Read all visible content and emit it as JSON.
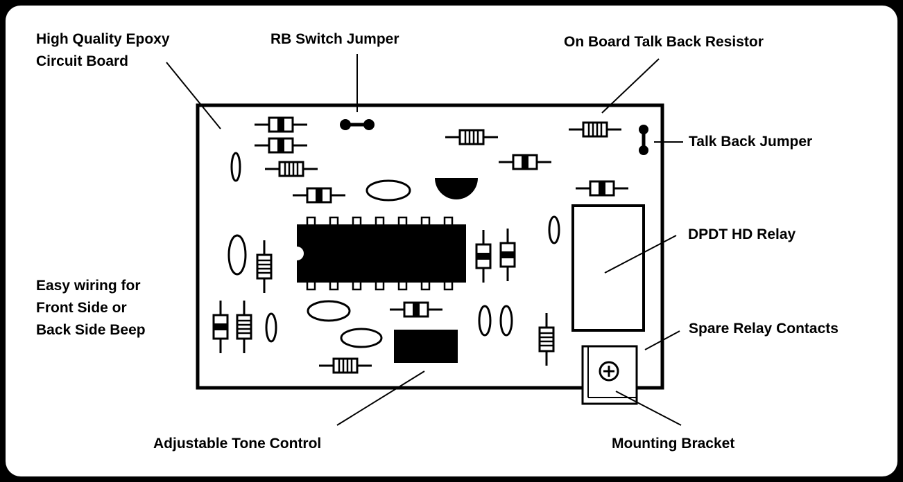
{
  "labels": {
    "board_line1": "High Quality Epoxy",
    "board_line2": "Circuit Board",
    "rb_switch": "RB Switch Jumper",
    "talk_back_resistor": "On Board Talk Back  Resistor",
    "talk_back_jumper": "Talk Back Jumper",
    "dpdt_relay": "DPDT HD Relay",
    "easy_line1": "Easy wiring for",
    "easy_line2": "Front Side or",
    "easy_line3": "Back Side Beep",
    "spare_contacts": "Spare Relay Contacts",
    "tone_control": "Adjustable Tone Control",
    "mounting_bracket": "Mounting Bracket"
  },
  "colors": {
    "ink": "#000000",
    "paper": "#ffffff"
  }
}
